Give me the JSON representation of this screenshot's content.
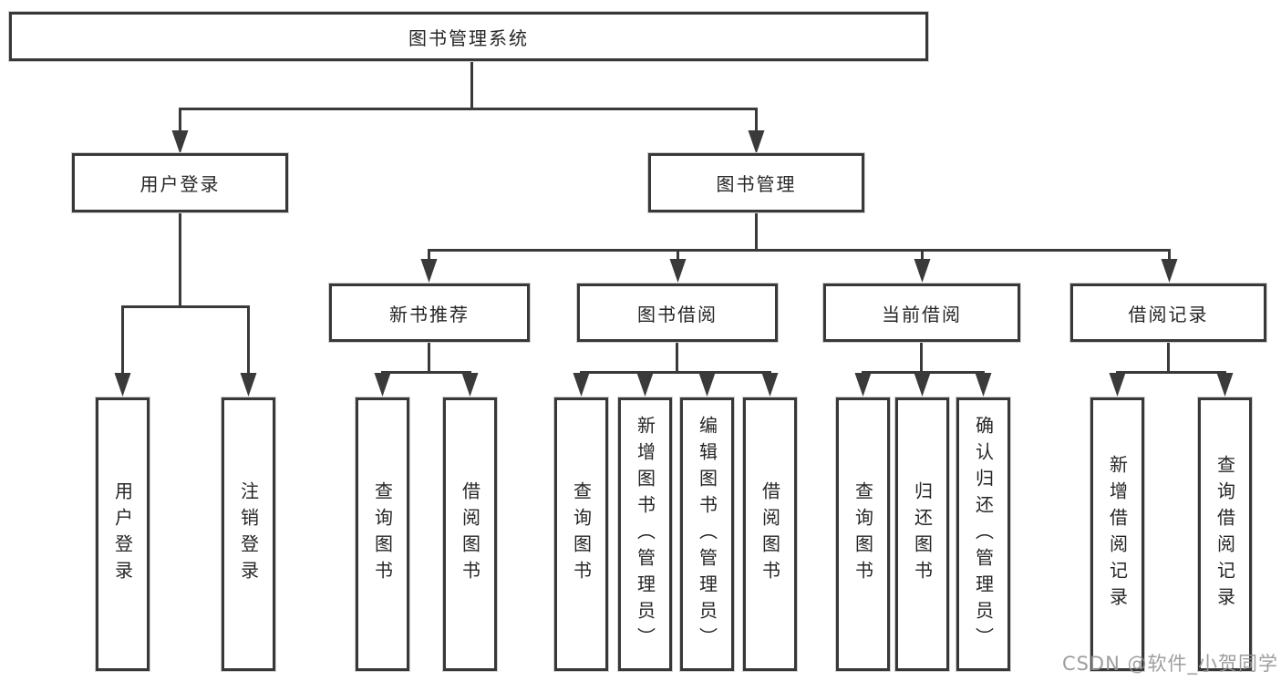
{
  "diagram_title": "图书管理系统",
  "nodes": {
    "root": {
      "label": "图书管理系统"
    },
    "user_login": {
      "label": "用户登录"
    },
    "book_mgmt": {
      "label": "图书管理"
    },
    "new_book_rec": {
      "label": "新书推荐"
    },
    "book_borrow": {
      "label": "图书借阅"
    },
    "current_borrow": {
      "label": "当前借阅"
    },
    "borrow_records": {
      "label": "借阅记录"
    },
    "leaf_user_login": {
      "label": "用户登录"
    },
    "leaf_logout": {
      "label": "注销登录"
    },
    "leaf_query_book_1": {
      "label": "查询图书"
    },
    "leaf_borrow_book_1": {
      "label": "借阅图书"
    },
    "leaf_query_book_2": {
      "label": "查询图书"
    },
    "leaf_add_book": {
      "label": "新增图书（管理员）"
    },
    "leaf_edit_book": {
      "label": "编辑图书（管理员）"
    },
    "leaf_borrow_book_2": {
      "label": "借阅图书"
    },
    "leaf_query_book_3": {
      "label": "查询图书"
    },
    "leaf_return_book": {
      "label": "归还图书"
    },
    "leaf_confirm_return": {
      "label": "确认归还（管理员）"
    },
    "leaf_add_borrow_record": {
      "label": "新增借阅记录"
    },
    "leaf_query_borrow_record": {
      "label": "查询借阅记录"
    }
  },
  "hierarchy": {
    "root": "图书管理系统",
    "children": [
      {
        "label": "用户登录",
        "children": [
          "用户登录",
          "注销登录"
        ]
      },
      {
        "label": "图书管理",
        "children": [
          {
            "label": "新书推荐",
            "children": [
              "查询图书",
              "借阅图书"
            ]
          },
          {
            "label": "图书借阅",
            "children": [
              "查询图书",
              "新增图书（管理员）",
              "编辑图书（管理员）",
              "借阅图书"
            ]
          },
          {
            "label": "当前借阅",
            "children": [
              "查询图书",
              "归还图书",
              "确认归还（管理员）"
            ]
          },
          {
            "label": "借阅记录",
            "children": [
              "新增借阅记录",
              "查询借阅记录"
            ]
          }
        ]
      }
    ]
  },
  "watermark": {
    "text": "CSDN @软件_小贺同学"
  },
  "colors": {
    "line": "#3a3a3a",
    "box_border": "#383838",
    "box_fill": "#ffffff",
    "text": "#262626",
    "watermark": "#969696",
    "background": "#ffffff"
  }
}
